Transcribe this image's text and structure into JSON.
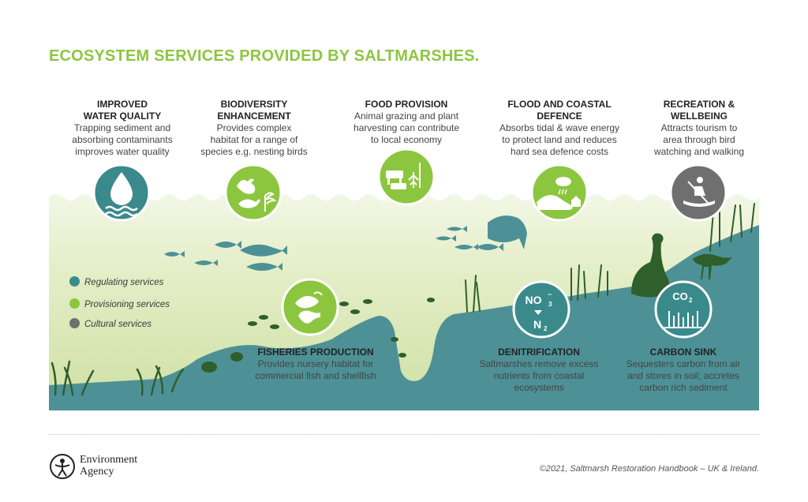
{
  "title": "ECOSYSTEM SERVICES PROVIDED BY SALTMARSHES.",
  "colors": {
    "regulating": "#3a8a8c",
    "provisioning": "#8cc63f",
    "cultural": "#6f6f6f",
    "title": "#8cc63f",
    "land": "#4d9196",
    "plants": "#2f5f2a"
  },
  "services": [
    {
      "id": "water",
      "title": "IMPROVED WATER QUALITY",
      "title_lines": [
        "IMPROVED",
        "WATER QUALITY"
      ],
      "desc_lines": [
        "Trapping sediment and",
        "absorbing contaminants",
        "improves water quality"
      ],
      "type": "regulating",
      "icon": "water-drop-icon"
    },
    {
      "id": "biodiversity",
      "title": "BIODIVERSITY ENHANCEMENT",
      "title_lines": [
        "BIODIVERSITY",
        "ENHANCEMENT"
      ],
      "desc_lines": [
        "Provides complex",
        "habitat for a range of",
        "species e.g. nesting birds"
      ],
      "type": "provisioning",
      "icon": "birds-icon"
    },
    {
      "id": "food",
      "title": "FOOD PROVISION",
      "title_lines": [
        "FOOD PROVISION"
      ],
      "desc_lines": [
        "Animal grazing and plant",
        "harvesting can contribute",
        "to local economy"
      ],
      "type": "provisioning",
      "icon": "livestock-icon"
    },
    {
      "id": "flood",
      "title": "FLOOD AND COASTAL DEFENCE",
      "title_lines": [
        "FLOOD AND COASTAL",
        "DEFENCE"
      ],
      "desc_lines": [
        "Absorbs tidal & wave energy",
        "to protect land and reduces",
        "hard sea defence costs"
      ],
      "type": "provisioning",
      "icon": "flood-defence-icon"
    },
    {
      "id": "recreation",
      "title": "RECREATION & WELLBEING",
      "title_lines": [
        "RECREATION &",
        "WELLBEING"
      ],
      "desc_lines": [
        "Attracts tourism to",
        "area through bird",
        "watching and walking"
      ],
      "type": "cultural",
      "icon": "kayak-icon"
    },
    {
      "id": "fisheries",
      "title": "FISHERIES PRODUCTION",
      "title_lines": [
        "FISHERIES PRODUCTION"
      ],
      "desc_lines": [
        "Provides nursery habitat for",
        "commercial fish and shellfish"
      ],
      "type": "provisioning",
      "icon": "fish-shellfish-icon"
    },
    {
      "id": "denitrification",
      "title": "DENITRIFICATION",
      "title_lines": [
        "DENITRIFICATION"
      ],
      "desc_lines": [
        "Saltmarshes remove excess",
        "nutrients from coastal",
        "ecosystems"
      ],
      "type": "regulating",
      "icon": "no3-n2-icon",
      "icon_text": {
        "top": "NO",
        "sub3": "3",
        "sup": "−",
        "bottom": "N",
        "sub2": "2"
      }
    },
    {
      "id": "carbon",
      "title": "CARBON SINK",
      "title_lines": [
        "CARBON SINK"
      ],
      "desc_lines": [
        "Sequesters carbon from air",
        "and stores in soil; accretes",
        "carbon rich sediment"
      ],
      "type": "regulating",
      "icon": "co2-icon",
      "icon_text": {
        "top": "CO",
        "sub2": "2"
      }
    }
  ],
  "legend": [
    {
      "label": "Regulating services",
      "color": "#3a8a8c"
    },
    {
      "label": "Provisioning services",
      "color": "#8cc63f"
    },
    {
      "label": "Cultural services",
      "color": "#6f6f6f"
    }
  ],
  "footer": {
    "logo_line1": "Environment",
    "logo_line2": "Agency",
    "credit": "©2021, Saltmarsh Restoration Handbook – UK & Ireland."
  }
}
